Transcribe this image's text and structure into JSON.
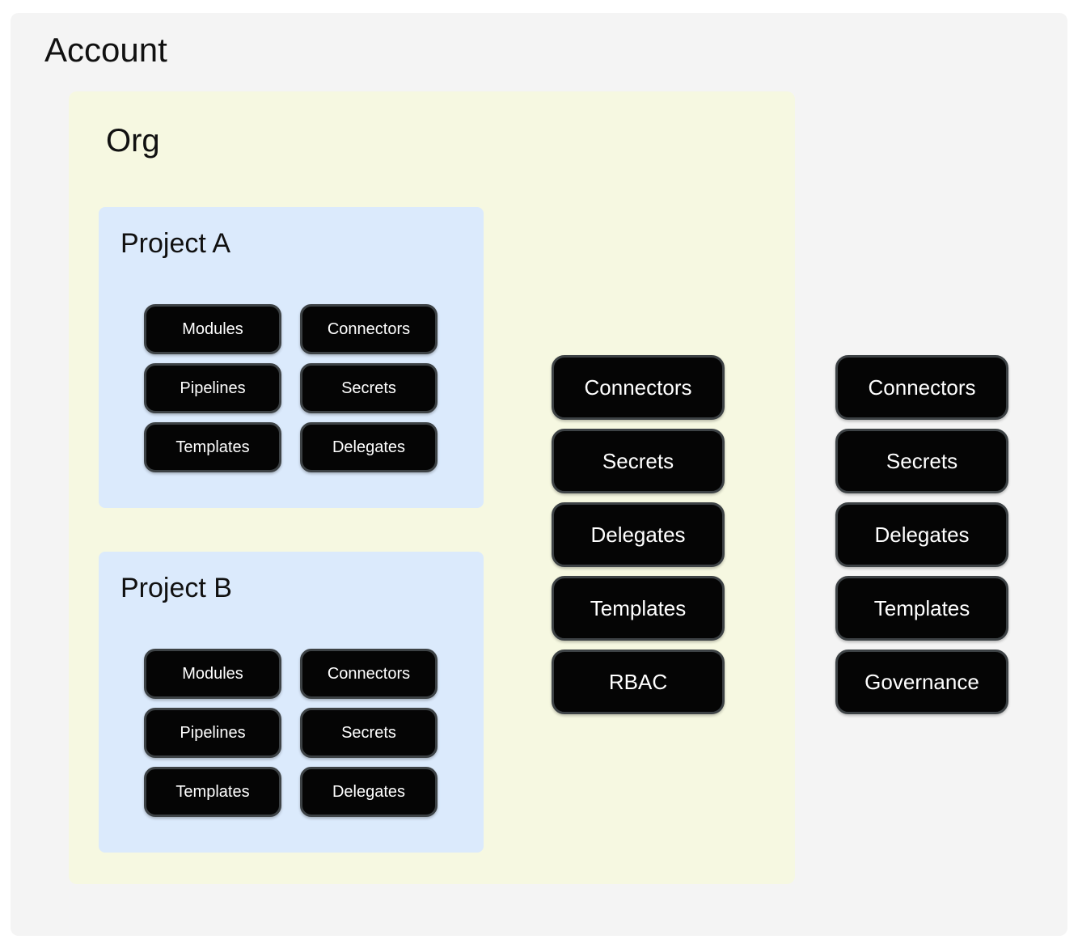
{
  "account": {
    "title": "Account",
    "pills": [
      "Connectors",
      "Secrets",
      "Delegates",
      "Templates",
      "Governance"
    ]
  },
  "org": {
    "title": "Org",
    "pills": [
      "Connectors",
      "Secrets",
      "Delegates",
      "Templates",
      "RBAC"
    ]
  },
  "projects": [
    {
      "title": "Project A",
      "pills": [
        "Modules",
        "Connectors",
        "Pipelines",
        "Secrets",
        "Templates",
        "Delegates"
      ]
    },
    {
      "title": "Project B",
      "pills": [
        "Modules",
        "Connectors",
        "Pipelines",
        "Secrets",
        "Templates",
        "Delegates"
      ]
    }
  ],
  "colors": {
    "page_bg": "#ffffff",
    "account_bg": "#f4f4f4",
    "org_bg": "#f6f8e1",
    "project_bg": "#dbeafc",
    "pill_bg": "#050505",
    "pill_border": "#3d4245",
    "pill_text": "#ffffff",
    "title_text": "#111111"
  }
}
